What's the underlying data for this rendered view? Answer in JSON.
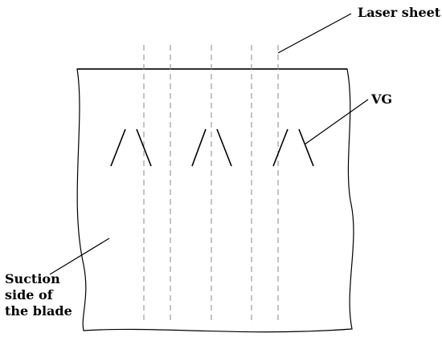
{
  "labels": {
    "laser_sheet": "Laser sheet",
    "vg": "VG",
    "suction_lines": [
      "Suction",
      "side of",
      "the blade"
    ]
  },
  "colors": {
    "stroke": "#000000",
    "dashed": "#888888"
  }
}
